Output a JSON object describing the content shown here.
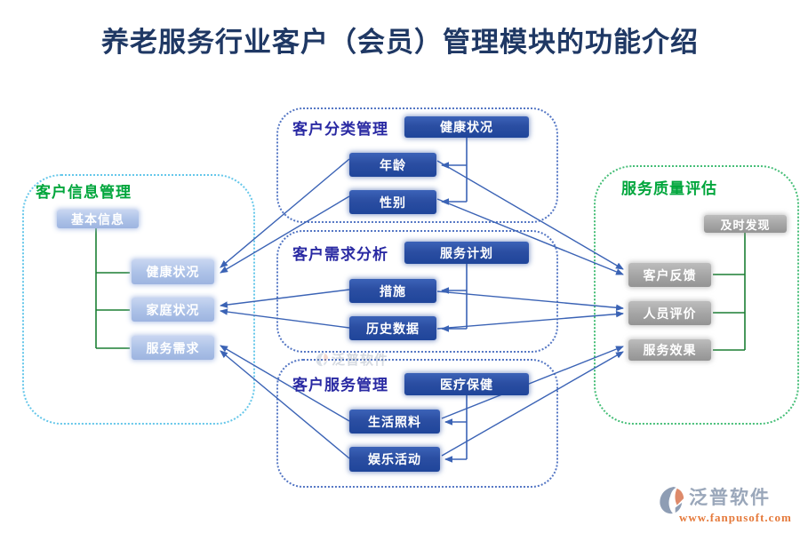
{
  "title": "养老服务行业客户（会员）管理模块的功能介绍",
  "colors": {
    "title": "#1F3864",
    "green_title": "#00A63C",
    "blue_title": "#2A2AA3",
    "arrow_blue": "#3B63B5",
    "tree_green": "#1B7E34",
    "dark_chip": "#2B4EA2",
    "light_chip": "#AEC3E8",
    "gray_chip": "#A6A6A6",
    "left_border": "#66C7EA",
    "middle_border": "#5577C4",
    "right_border": "#45BE77"
  },
  "panels": {
    "customer_info": {
      "title": "客户信息管理",
      "items": {
        "basic": "基本信息",
        "health": "健康状况",
        "family": "家庭状况",
        "service_need": "服务需求"
      }
    },
    "classification": {
      "title": "客户分类管理",
      "items": {
        "health": "健康状况",
        "age": "年龄",
        "gender": "性别"
      }
    },
    "needs_analysis": {
      "title": "客户需求分析",
      "items": {
        "plan": "服务计划",
        "measures": "措施",
        "history": "历史数据"
      }
    },
    "service_mgmt": {
      "title": "客户服务管理",
      "items": {
        "medical": "医疗保健",
        "daily_care": "生活照料",
        "entertainment": "娱乐活动"
      }
    },
    "quality_eval": {
      "title": "服务质量评估",
      "items": {
        "timely": "及时发现",
        "feedback": "客户反馈",
        "staff_eval": "人员评价",
        "effect": "服务效果"
      }
    }
  },
  "watermark": {
    "text": "泛普软件"
  },
  "logo": {
    "name": "泛普软件",
    "url": "www.fanpusoft.com"
  }
}
